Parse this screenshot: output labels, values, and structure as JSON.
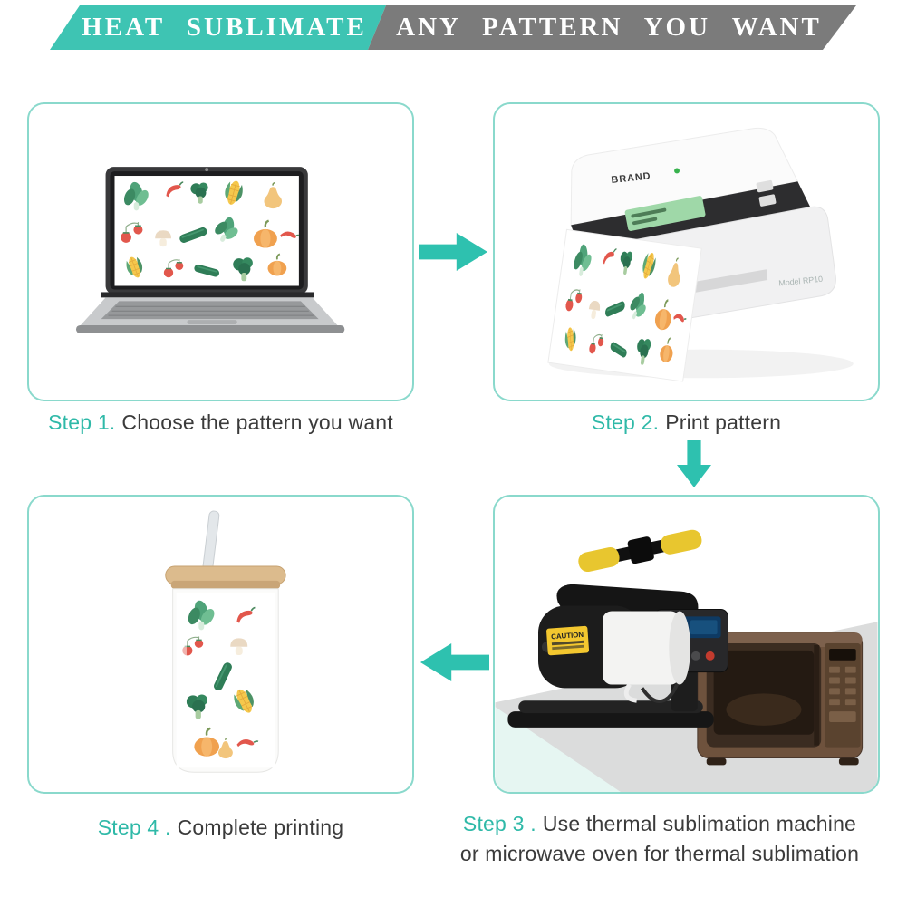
{
  "banner": {
    "left_text": "HEAT SUBLIMATE",
    "right_text": "ANY PATTERN YOU WANT"
  },
  "steps": {
    "step1": {
      "label": "Step 1.",
      "caption": "Choose the pattern you want"
    },
    "step2": {
      "label": "Step 2.",
      "caption": "Print pattern"
    },
    "step3": {
      "label": "Step 3 .",
      "caption_line1": "Use thermal sublimation machine",
      "caption_line2": "or microwave oven for thermal sublimation"
    },
    "step4": {
      "label": "Step 4 .",
      "caption": "Complete printing"
    }
  },
  "printer": {
    "brand": "BRAND",
    "model": "Model RP10"
  },
  "press": {
    "caution_label": "CAUTION"
  },
  "colors": {
    "arrow_teal": "#2EC1AF",
    "banner_teal": "#3EC4B3",
    "banner_gray": "#7B7B7B",
    "panel_border": "#8AD9CC",
    "step_label": "#2FB9A8",
    "caption_text": "#3B3B3B"
  }
}
